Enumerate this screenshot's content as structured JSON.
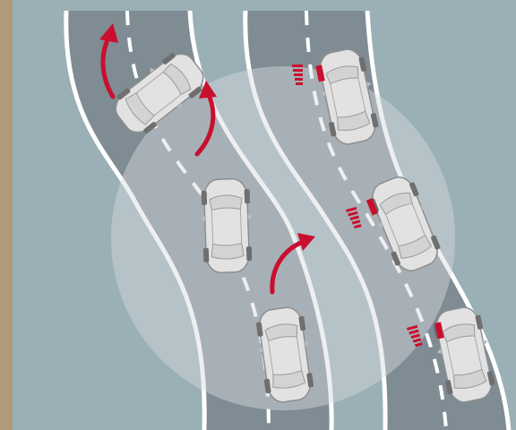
{
  "colors": {
    "background": "#9ab0b6",
    "left_strip": "#b19a7c",
    "road": "#808c94",
    "road_edge": "#ffffff",
    "lane_dash": "#ffffff",
    "radar_zone": "#c7cdd1",
    "car_body": "#e2e2e2",
    "car_outline": "#8c8c8c",
    "arrow": "#c8102e",
    "brake_light": "#c8102e"
  },
  "icons": {
    "car": "car-topdown-icon",
    "lane_change": "curved-arrow-icon",
    "braking": "brake-lines-icon"
  },
  "scene": {
    "left_roadway_cars": 3,
    "right_roadway_cars": 3,
    "lane_change_arrows": 3,
    "braking_indicators": 3
  }
}
